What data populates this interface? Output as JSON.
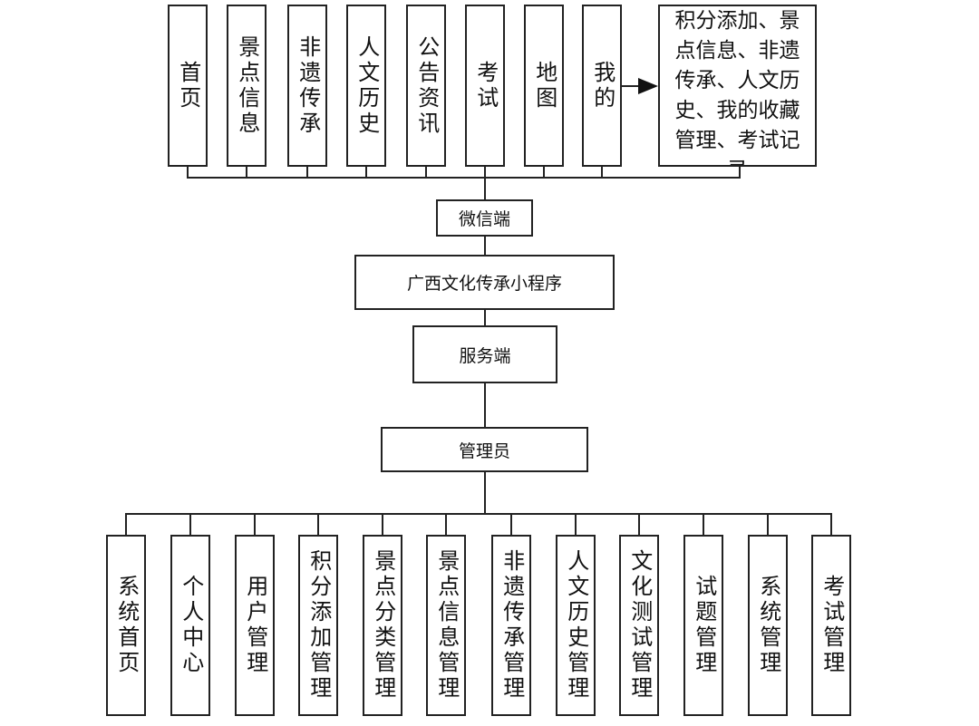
{
  "top_modules": [
    "首页",
    "景点信息",
    "非遗传承",
    "人文历史",
    "公告资讯",
    "考试",
    "地图",
    "我的"
  ],
  "my_note": "积分添加、景点信息、非遗传承、人文历史、我的收藏管理、考试记录",
  "nodes": {
    "wechat": "微信端",
    "app": "广西文化传承小程序",
    "server": "服务端",
    "admin": "管理员"
  },
  "admin_modules": [
    "系统首页",
    "个人中心",
    "用户管理",
    "积分添加管理",
    "景点分类管理",
    "景点信息管理",
    "非遗传承管理",
    "人文历史管理",
    "文化测试管理",
    "试题管理",
    "系统管理",
    "考试管理"
  ]
}
